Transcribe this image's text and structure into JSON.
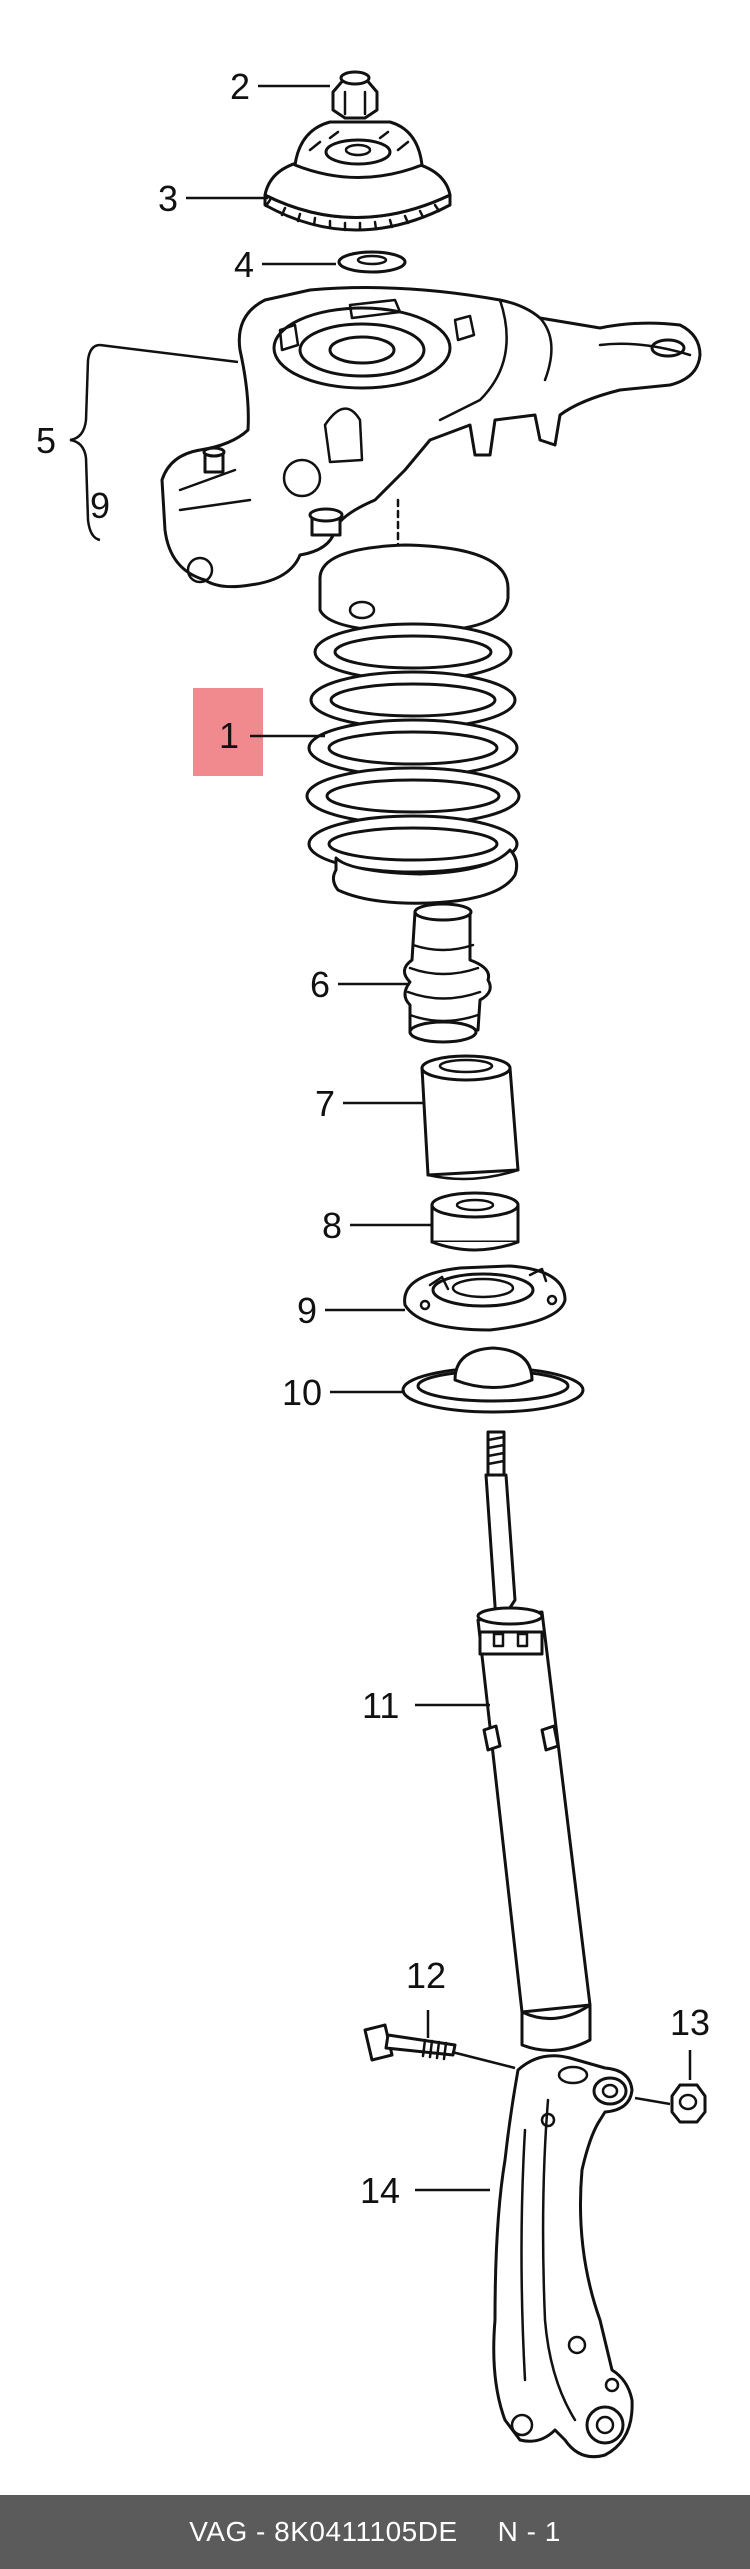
{
  "callouts": {
    "c1": "1",
    "c2": "2",
    "c3": "3",
    "c4": "4",
    "c5": "5",
    "c9a": "9",
    "c6": "6",
    "c7": "7",
    "c8": "8",
    "c9b": "9",
    "c10": "10",
    "c11": "11",
    "c12": "12",
    "c13": "13",
    "c14": "14"
  },
  "highlight_color": "#f08a8f",
  "footer": {
    "part_number": "VAG - 8K0411105DE",
    "page": "N - 1"
  }
}
